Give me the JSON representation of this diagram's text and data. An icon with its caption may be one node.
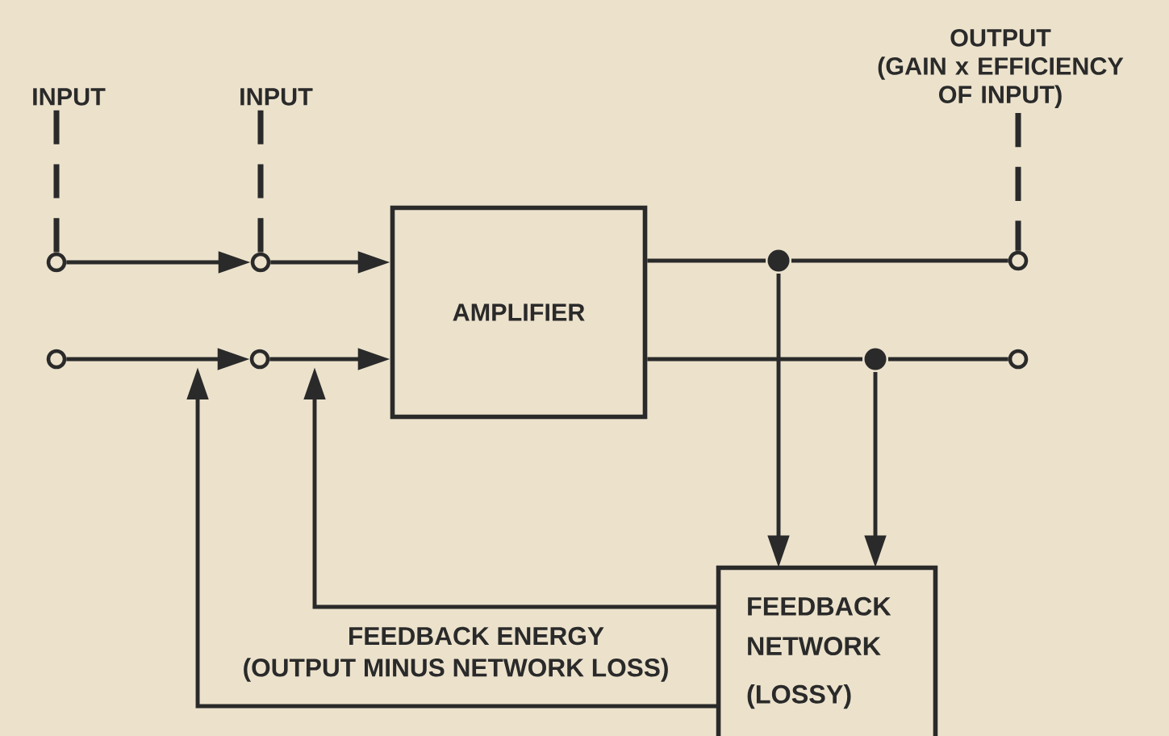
{
  "diagram": {
    "nodes": [
      {
        "text": [
          "INPUT"
        ]
      },
      {
        "text": [
          "INPUT"
        ]
      },
      {
        "text": [
          "OUTPUT",
          "(GAIN x EFFICIENCY OF INPUT)"
        ]
      },
      {
        "text": [],
        "shape": "circle"
      },
      {
        "text": [],
        "shape": "circle"
      },
      {
        "text": [],
        "shape": "circle"
      },
      {
        "text": [
          "AMPLIFIER"
        ]
      },
      {
        "text": [],
        "shape": "dot"
      },
      {
        "text": [],
        "shape": "circle"
      },
      {
        "text": [],
        "shape": "circle"
      },
      {
        "text": [],
        "shape": "dot"
      },
      {
        "text": [],
        "shape": "circle"
      },
      {
        "text": [
          "FEEDBACK NETWORK",
          "(LOSSY)"
        ]
      }
    ],
    "edges": [
      {
        "from": 0,
        "to": 3,
        "arrow": "none",
        "style": "dashed"
      },
      {
        "from": 1,
        "to": 4,
        "arrow": "none",
        "style": "dashed"
      },
      {
        "from": 2,
        "to": 5,
        "arrow": "none",
        "style": "dashed"
      },
      {
        "from": 3,
        "to": 4,
        "arrow": "to"
      },
      {
        "from": 4,
        "to": 6,
        "arrow": "to"
      },
      {
        "from": 6,
        "to": 7,
        "arrow": "none"
      },
      {
        "from": 7,
        "to": 5,
        "arrow": "none"
      },
      {
        "from": 7,
        "to": 12,
        "arrow": "to"
      },
      {
        "from": 8,
        "to": 9,
        "arrow": "to"
      },
      {
        "from": 9,
        "to": 6,
        "arrow": "to"
      },
      {
        "from": 6,
        "to": 10,
        "arrow": "none"
      },
      {
        "from": 10,
        "to": 11,
        "arrow": "none"
      },
      {
        "from": 10,
        "to": 12,
        "arrow": "to"
      },
      {
        "from": 12,
        "to": null,
        "arrow": "to"
      },
      {
        "from": 12,
        "to": null,
        "arrow": "to"
      }
    ],
    "labels": [
      "FEEDBACK ENERGY",
      "(OUTPUT MINUS NETWORK LOSS)"
    ]
  }
}
